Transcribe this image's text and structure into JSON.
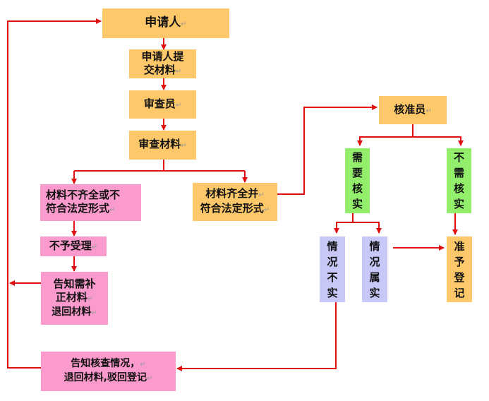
{
  "diagram": {
    "title": "",
    "nodes": {
      "applicant": {
        "lines": [
          "申请人"
        ]
      },
      "submit": {
        "lines": [
          "申请人提",
          "交材料"
        ]
      },
      "reviewer": {
        "lines": [
          "审查员"
        ]
      },
      "review_materials": {
        "lines": [
          "审查材料"
        ]
      },
      "incomplete": {
        "lines": [
          "材料不齐全或不",
          "符合法定形式"
        ]
      },
      "complete": {
        "lines": [
          "材料齐全并",
          "符合法定形式"
        ]
      },
      "reject_accept": {
        "lines": [
          "不予受理"
        ]
      },
      "notify_supplement": {
        "lines": [
          "告知需补",
          "正材料",
          "退回材料"
        ]
      },
      "approver": {
        "lines": [
          "核准员"
        ]
      },
      "need_verify": {
        "chars": [
          "需",
          "要",
          "核",
          "实"
        ]
      },
      "no_verify": {
        "chars": [
          "不",
          "需",
          "核",
          "实"
        ]
      },
      "false_info": {
        "chars": [
          "情",
          "况",
          "不",
          "实"
        ]
      },
      "true_info": {
        "chars": [
          "情",
          "况",
          "属",
          "实"
        ]
      },
      "grant_registration": {
        "chars": [
          "准",
          "予",
          "登",
          "记"
        ]
      },
      "notify_result": {
        "lines": [
          "告知核查情况，",
          "退回材料,驳回登记"
        ]
      }
    },
    "colors": {
      "arrow": "#e01010",
      "orange": "#fdc869",
      "pink": "#fb9acd",
      "green": "#93ee6b",
      "lavender": "#c8c8f8"
    }
  }
}
